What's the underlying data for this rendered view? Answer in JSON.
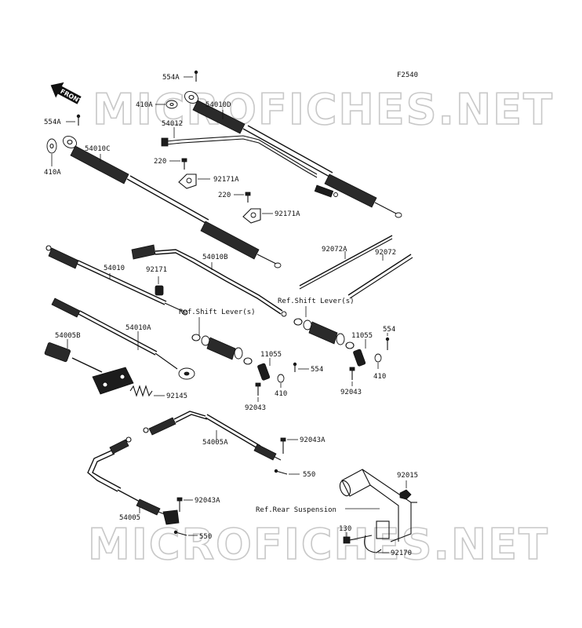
{
  "figure_code": "F2540",
  "front_label": "FRONT",
  "watermark": "MICROFICHES.NET",
  "labels": {
    "l554A_top": "554A",
    "l410A_top": "410A",
    "l554A_left": "554A",
    "l410A_left": "410A",
    "l54010D": "54010D",
    "l54012": "54012",
    "l54010C": "54010C",
    "l220_a": "220",
    "l92171A_a": "92171A",
    "l220_b": "220",
    "l92171A_b": "92171A",
    "l92072A": "92072A",
    "l92072": "92072",
    "l54010B": "54010B",
    "l54010": "54010",
    "l92171": "92171",
    "l54010A": "54010A",
    "l54005B": "54005B",
    "l92145": "92145",
    "l11055_a": "11055",
    "l554_mid": "554",
    "l410_mid": "410",
    "l92043_mid": "92043",
    "l11055_b": "11055",
    "l554_right": "554",
    "l410_right": "410",
    "l92043_right": "92043",
    "l54005A": "54005A",
    "l92043A_a": "92043A",
    "l550_a": "550",
    "l92015": "92015",
    "l54005": "54005",
    "l92043A_b": "92043A",
    "l550_b": "550",
    "l130": "130",
    "l92170": "92170"
  },
  "references": {
    "shift_lever_left": "Ref.Shift Lever(s)",
    "shift_lever_right": "Ref.Shift Lever(s)",
    "rear_suspension": "Ref.Rear Suspension"
  }
}
